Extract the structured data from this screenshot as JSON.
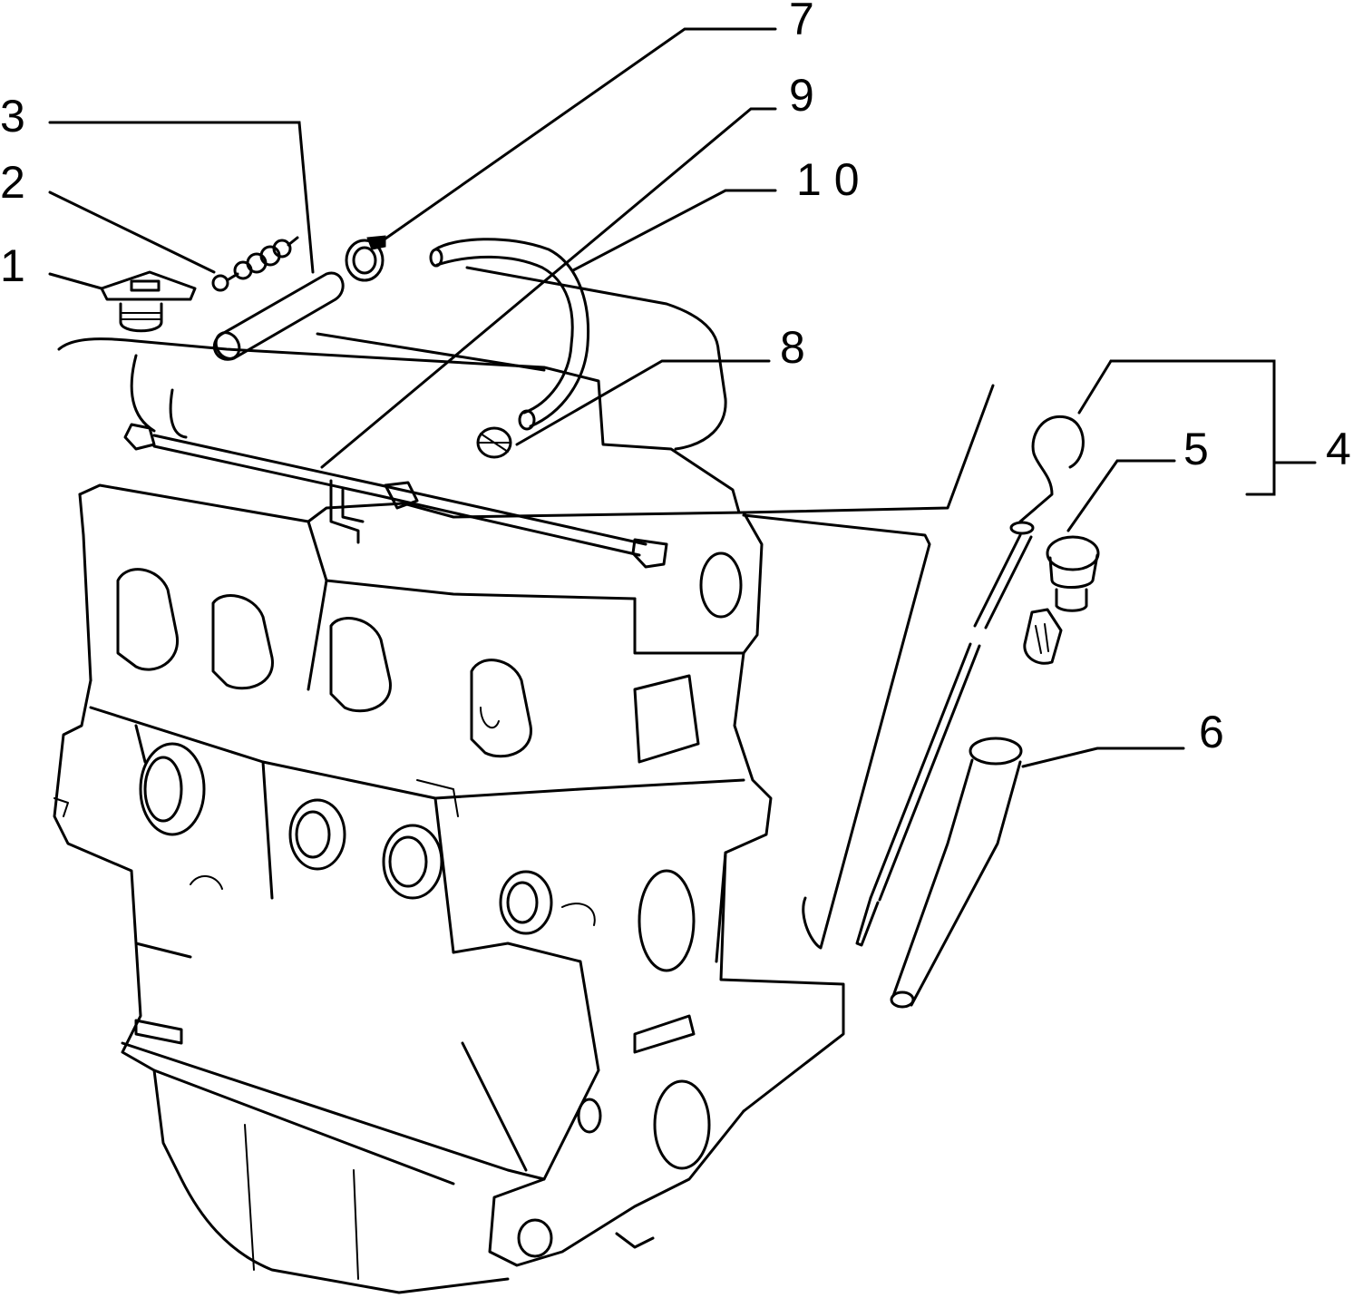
{
  "callouts": {
    "c1": "1",
    "c2": "2",
    "c3": "3",
    "c4": "4",
    "c5": "5",
    "c6": "6",
    "c7": "7",
    "c8": "8",
    "c9": "9",
    "c10": "1 0"
  },
  "colors": {
    "ink": "#000000",
    "background": "#ffffff"
  }
}
